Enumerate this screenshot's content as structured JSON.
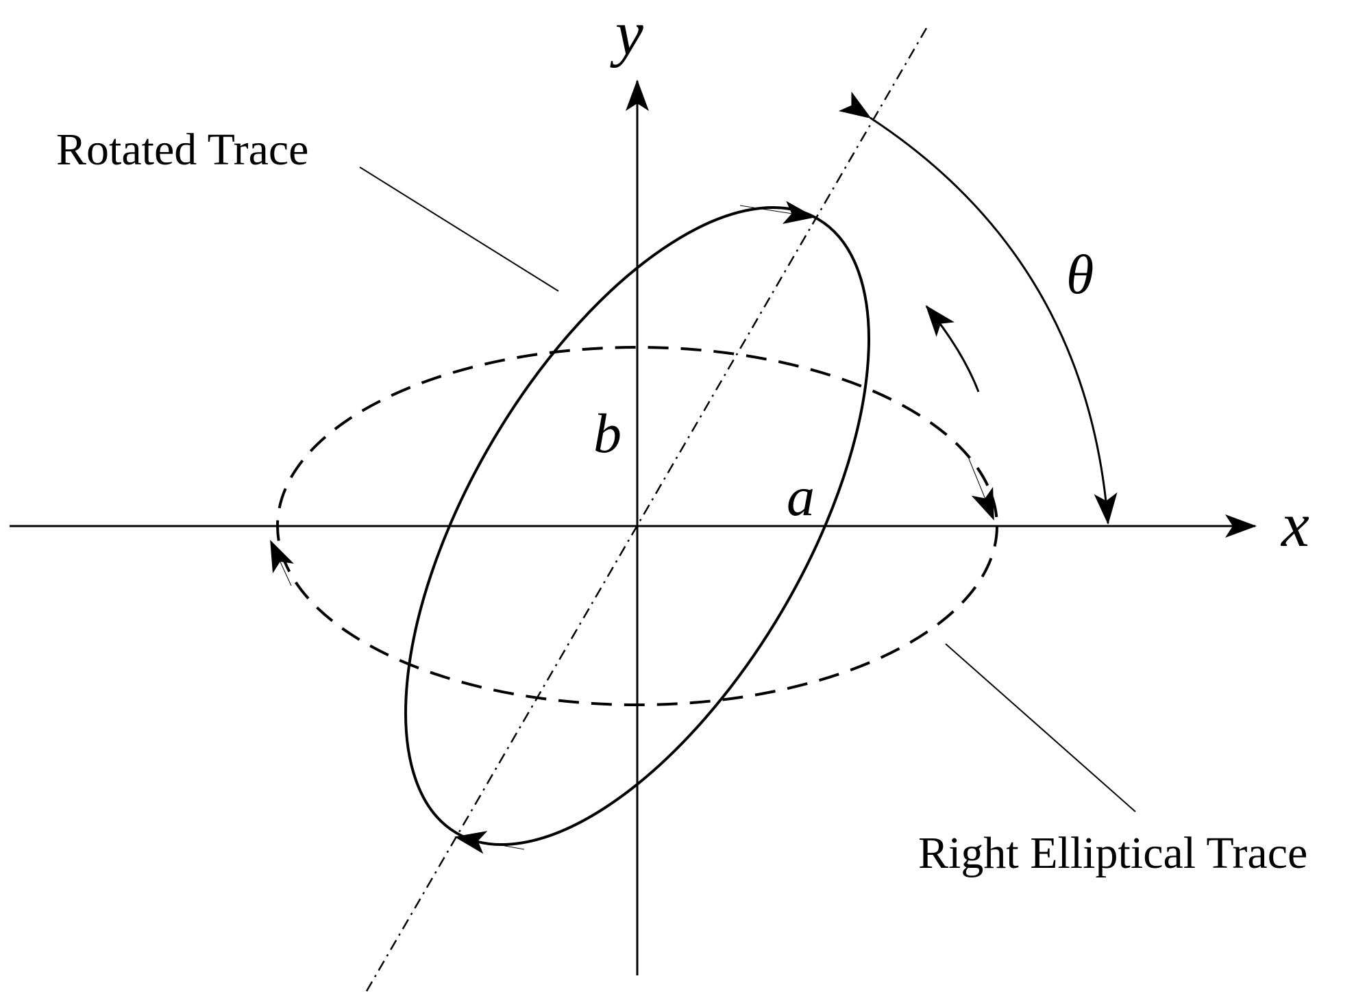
{
  "labels": {
    "x_axis": "x",
    "y_axis": "y",
    "rotated_trace": "Rotated Trace",
    "right_elliptical_trace": "Right Elliptical Trace",
    "semi_major": "a",
    "semi_minor": "b",
    "rotation_angle": "θ"
  },
  "style": {
    "stroke_color": "#000000",
    "background": "#ffffff"
  }
}
